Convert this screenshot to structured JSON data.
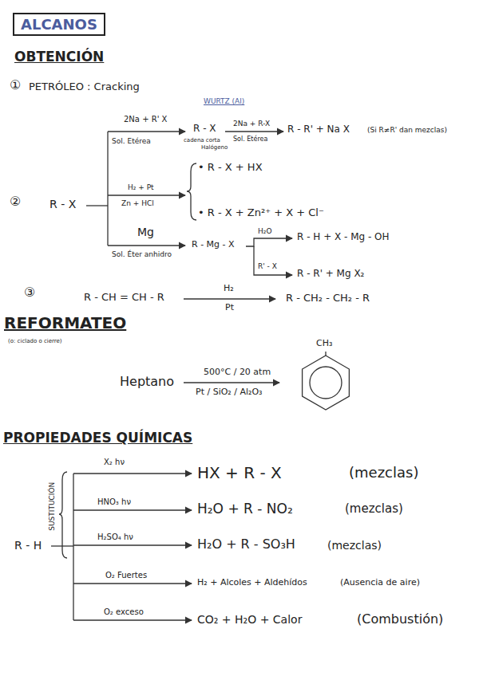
{
  "diagram": {
    "title": "ALCANOS",
    "labels": [
      "OBTENCIÓN",
      "①",
      "PETRÓLEO : Cracking",
      "WURTZ (Al)",
      "2Na + R' X",
      "Sol. Etérea",
      "R - X",
      "cadena corta",
      "Halógeno",
      "2Na + R-X",
      "Sol. Etérea",
      "R - R' + Na X",
      "(Si R≠R' dan mezclas)",
      "②",
      "R - X",
      "H₂ + Pt",
      "Zn + HCl",
      "• R - X + HX",
      "• R - X + Zn²⁺ + X + Cl⁻",
      "Mg",
      "Sol. Éter anhidro",
      "R - Mg - X",
      "H₂O",
      "R - H + X - Mg - OH",
      "R' - X",
      "R - R' + Mg X₂",
      "③",
      "R - CH = CH - R",
      "H₂",
      "Pt",
      "R - CH₂ - CH₂ - R",
      "REFORMATEO",
      "(o: ciclado o cierre)",
      "CH₃",
      "Heptano",
      "500°C / 20 atm",
      "Pt / SiO₂ / Al₂O₃",
      "PROPIEDADES QUÍMICAS",
      "SUSTITUCIÓN",
      "R - H",
      "X₂ hν",
      "HX + R - X",
      "(mezclas)",
      "HNO₃ hν",
      "H₂O + R - NO₂",
      "(mezclas)",
      "H₂SO₄ hν",
      "H₂O + R - SO₃H",
      "(mezclas)",
      "O₂ Fuertes",
      "H₂ + Alcoles + Aldehídos",
      "(Ausencia de aire)",
      "O₂ exceso",
      "CO₂ + H₂O + Calor",
      "(Combustión)"
    ]
  }
}
